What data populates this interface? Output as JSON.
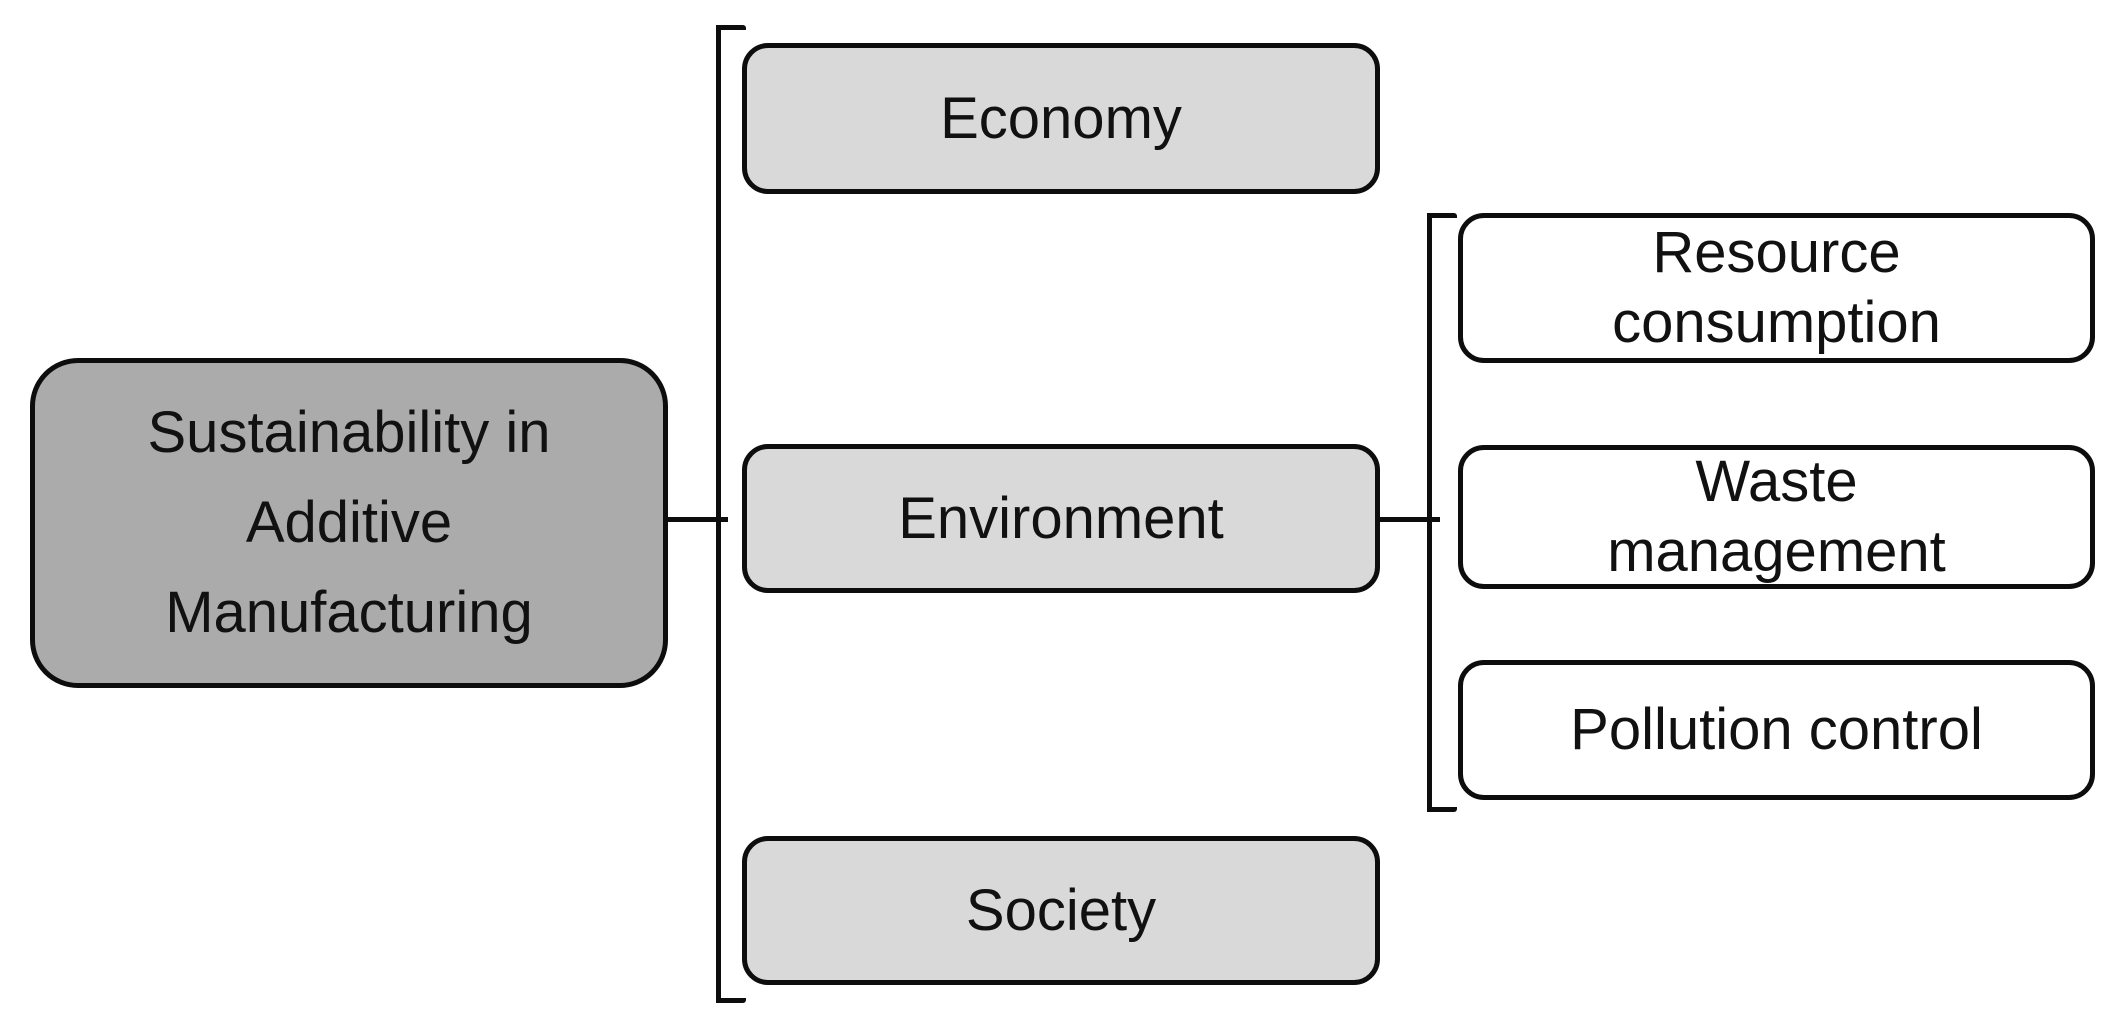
{
  "diagram": {
    "type": "hierarchy-tree",
    "root": {
      "label": "Sustainability in Additive Manufacturing"
    },
    "branches": [
      {
        "label": "Economy",
        "children": []
      },
      {
        "label": "Environment",
        "children": [
          {
            "label": "Resource consumption"
          },
          {
            "label": "Waste management"
          },
          {
            "label": "Pollution control"
          }
        ]
      },
      {
        "label": "Society",
        "children": []
      }
    ]
  },
  "colors": {
    "root_fill": "#ababab",
    "branch_fill": "#d9d9d9",
    "leaf_fill": "#ffffff",
    "line": "#0d0d0d",
    "text": "#111111",
    "background": "#ffffff"
  }
}
